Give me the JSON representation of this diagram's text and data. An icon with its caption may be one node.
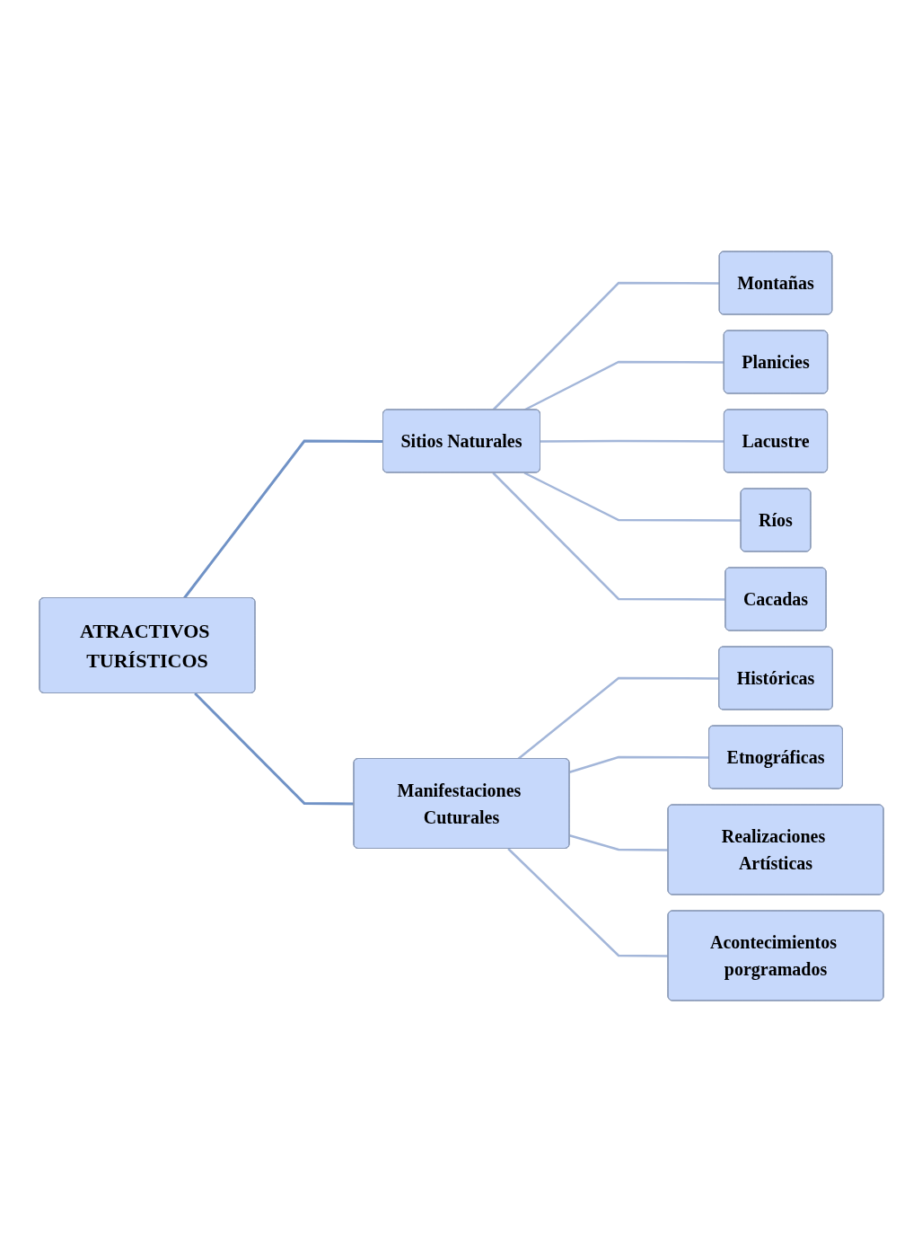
{
  "diagram": {
    "nodes": [
      {
        "text": [
          "ATRACTIVOS TURÍSTICOS"
        ]
      },
      {
        "text": [
          "Sitios Naturales"
        ]
      },
      {
        "text": [
          "Montañas"
        ]
      },
      {
        "text": [
          "Planicies"
        ]
      },
      {
        "text": [
          "Lacustre"
        ]
      },
      {
        "text": [
          "Ríos"
        ]
      },
      {
        "text": [
          "Cacadas"
        ]
      },
      {
        "text": [
          "Manifestaciones Cuturales"
        ]
      },
      {
        "text": [
          "Históricas"
        ]
      },
      {
        "text": [
          "Etnográficas"
        ]
      },
      {
        "text": [
          "Realizaciones Artísticas"
        ]
      },
      {
        "text": [
          "Acontecimientos porgramados"
        ]
      }
    ],
    "edges": [
      {
        "from": 0,
        "to": 1,
        "arrow": "none",
        "color": "#7092c6"
      },
      {
        "from": 1,
        "to": 2,
        "arrow": "none"
      },
      {
        "from": 1,
        "to": 3,
        "arrow": "none"
      },
      {
        "from": 1,
        "to": 4,
        "arrow": "none"
      },
      {
        "from": 1,
        "to": 5,
        "arrow": "none"
      },
      {
        "from": 1,
        "to": 6,
        "arrow": "none"
      },
      {
        "from": 0,
        "to": 7,
        "arrow": "none",
        "color": "#7092c6"
      },
      {
        "from": 7,
        "to": 8,
        "arrow": "none"
      },
      {
        "from": 7,
        "to": 9,
        "arrow": "none"
      },
      {
        "from": 7,
        "to": 10,
        "arrow": "none"
      },
      {
        "from": 7,
        "to": 11,
        "arrow": "none"
      }
    ]
  }
}
